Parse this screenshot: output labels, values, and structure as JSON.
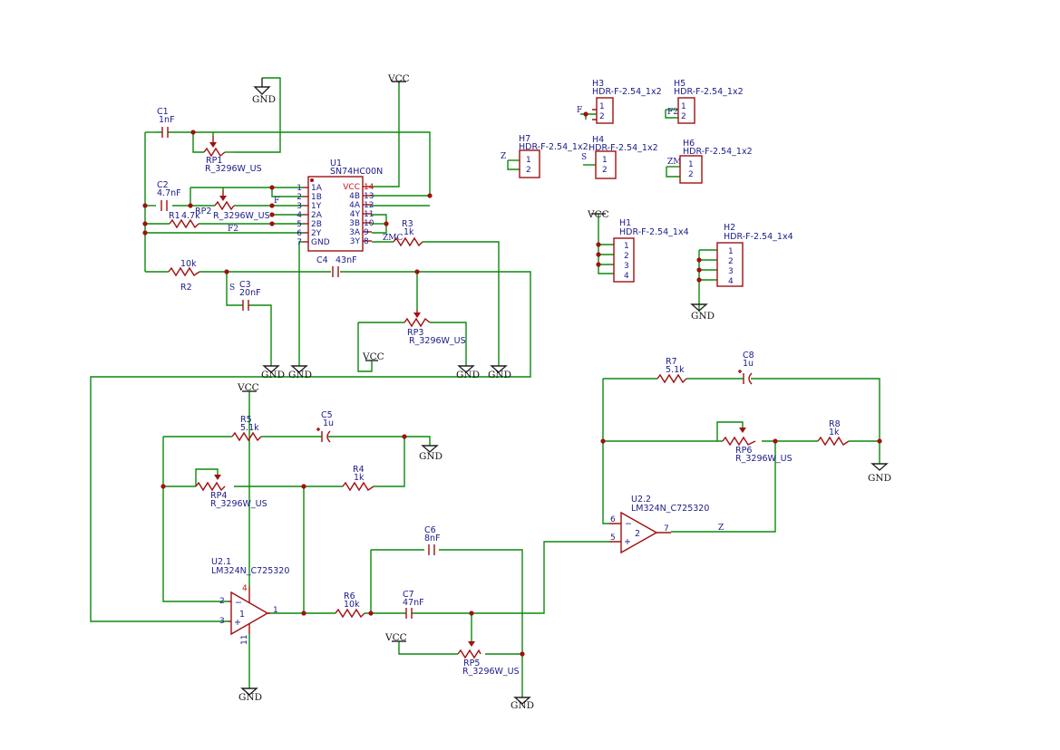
{
  "power": {
    "vcc": "VCC",
    "gnd": "GND"
  },
  "nets": {
    "f": "F",
    "f2": "F2",
    "s": "S",
    "z": "Z",
    "zmc": "ZMC"
  },
  "ic": {
    "u1": {
      "ref": "U1",
      "value": "SN74HC00N",
      "left_pins": [
        {
          "num": "1",
          "name": "1A"
        },
        {
          "num": "2",
          "name": "1B"
        },
        {
          "num": "3",
          "name": "1Y"
        },
        {
          "num": "4",
          "name": "2A"
        },
        {
          "num": "5",
          "name": "2B"
        },
        {
          "num": "6",
          "name": "2Y"
        },
        {
          "num": "7",
          "name": "GND"
        }
      ],
      "right_pins": [
        {
          "num": "14",
          "name": "VCC"
        },
        {
          "num": "13",
          "name": "4B"
        },
        {
          "num": "12",
          "name": "4A"
        },
        {
          "num": "11",
          "name": "4Y"
        },
        {
          "num": "10",
          "name": "3B"
        },
        {
          "num": "9",
          "name": "3A"
        },
        {
          "num": "8",
          "name": "3Y"
        }
      ]
    },
    "u21": {
      "ref": "U2.1",
      "value": "LM324N_C725320",
      "pins": [
        "2",
        "3",
        "1",
        "4",
        "11"
      ]
    },
    "u22": {
      "ref": "U2.2",
      "value": "LM324N_C725320",
      "pins": [
        "6",
        "5",
        "7",
        "2"
      ]
    }
  },
  "resistors": [
    {
      "ref": "R1",
      "value": "4.7k"
    },
    {
      "ref": "R2",
      "value": "10k"
    },
    {
      "ref": "R3",
      "value": "1k"
    },
    {
      "ref": "R4",
      "value": "1k"
    },
    {
      "ref": "R5",
      "value": "5.1k"
    },
    {
      "ref": "R6",
      "value": "10k"
    },
    {
      "ref": "R7",
      "value": "5.1k"
    },
    {
      "ref": "R8",
      "value": "1k"
    }
  ],
  "capacitors": [
    {
      "ref": "C1",
      "value": "1nF"
    },
    {
      "ref": "C2",
      "value": "4.7nF"
    },
    {
      "ref": "C3",
      "value": "20nF"
    },
    {
      "ref": "C4",
      "value": "43nF"
    },
    {
      "ref": "C5",
      "value": "1u"
    },
    {
      "ref": "C6",
      "value": "8nF"
    },
    {
      "ref": "C7",
      "value": "47nF"
    },
    {
      "ref": "C8",
      "value": "1u"
    }
  ],
  "pots": [
    {
      "ref": "RP1",
      "value": "R_3296W_US"
    },
    {
      "ref": "RP2",
      "value": "R_3296W_US"
    },
    {
      "ref": "RP3",
      "value": "R_3296W_US"
    },
    {
      "ref": "RP4",
      "value": "R_3296W_US"
    },
    {
      "ref": "RP5",
      "value": "R_3296W_US"
    },
    {
      "ref": "RP6",
      "value": "R_3296W_US"
    }
  ],
  "headers": [
    {
      "ref": "H1",
      "value": "HDR-F-2.54_1x4",
      "pins": [
        "1",
        "2",
        "3",
        "4"
      ]
    },
    {
      "ref": "H2",
      "value": "HDR-F-2.54_1x4",
      "pins": [
        "1",
        "2",
        "3",
        "4"
      ]
    },
    {
      "ref": "H3",
      "value": "HDR-F-2.54_1x2",
      "pins": [
        "1",
        "2"
      ],
      "net": "F"
    },
    {
      "ref": "H4",
      "value": "HDR-F-2.54_1x2",
      "pins": [
        "1",
        "2"
      ],
      "net": "S"
    },
    {
      "ref": "H5",
      "value": "HDR-F-2.54_1x2",
      "pins": [
        "1",
        "2"
      ],
      "net": "F2"
    },
    {
      "ref": "H6",
      "value": "HDR-F-2.54_1x2",
      "pins": [
        "1",
        "2"
      ],
      "net": "ZMC"
    },
    {
      "ref": "H7",
      "value": "HDR-F-2.54_1x2",
      "pins": [
        "1",
        "2"
      ],
      "net": "Z"
    }
  ],
  "colors": {
    "wire": "#0a8a0a",
    "component": "#a01010",
    "text": "#1a1a8c",
    "pin_power": "#cc1010"
  }
}
